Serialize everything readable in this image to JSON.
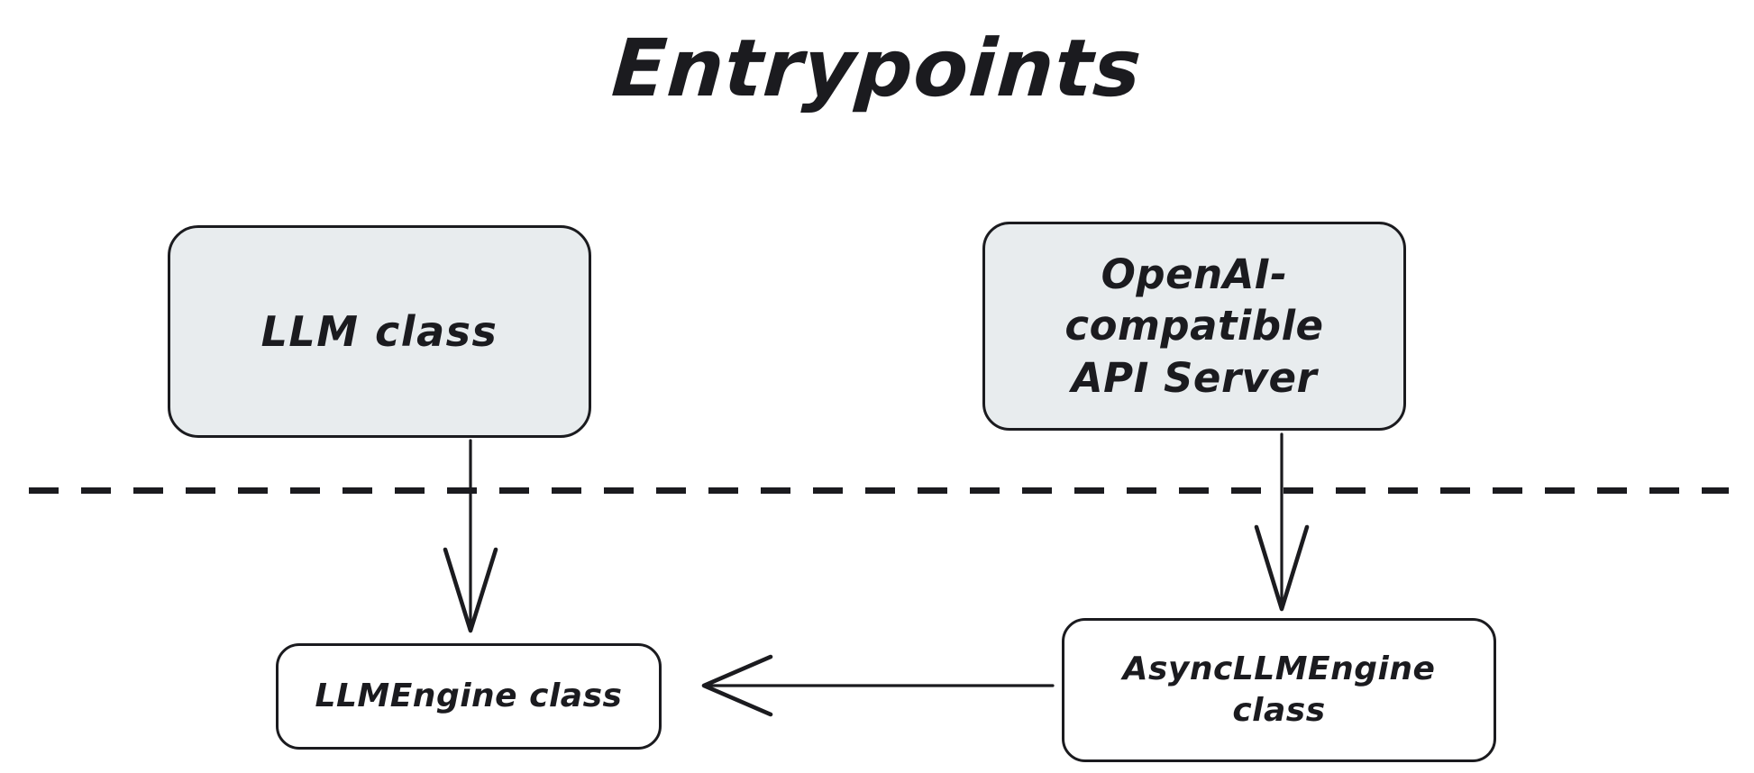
{
  "diagram": {
    "title": "Entrypoints",
    "background_color": "#ffffff",
    "stroke_color": "#1b1b1f",
    "node_fill_color": "#e8ecee",
    "plain_fill_color": "#ffffff",
    "nodes": [
      {
        "id": "llm-class",
        "label": "LLM class",
        "fill": "#e8ecee",
        "layer": "entrypoint"
      },
      {
        "id": "api-server",
        "label": "OpenAI-compatible\nAPI Server",
        "fill": "#e8ecee",
        "layer": "entrypoint"
      },
      {
        "id": "llmengine",
        "label": "LLMEngine class",
        "fill": "#ffffff",
        "layer": "engine"
      },
      {
        "id": "async-llmengine",
        "label": "AsyncLLMEngine\nclass",
        "fill": "#ffffff",
        "layer": "engine"
      }
    ],
    "edges": [
      {
        "id": "llm-to-llmengine",
        "from": "llm-class",
        "to": "llmengine",
        "direction": "down",
        "style": "solid",
        "arrowhead": "open-v"
      },
      {
        "id": "api-to-async",
        "from": "api-server",
        "to": "async-llmengine",
        "direction": "down",
        "style": "solid",
        "arrowhead": "open-v"
      },
      {
        "id": "async-to-llmengine",
        "from": "async-llmengine",
        "to": "llmengine",
        "direction": "left",
        "style": "solid",
        "arrowhead": "open-v"
      }
    ],
    "separator": {
      "id": "layer-separator",
      "style": "dashed",
      "orientation": "horizontal",
      "color": "#1b1b1f"
    }
  }
}
